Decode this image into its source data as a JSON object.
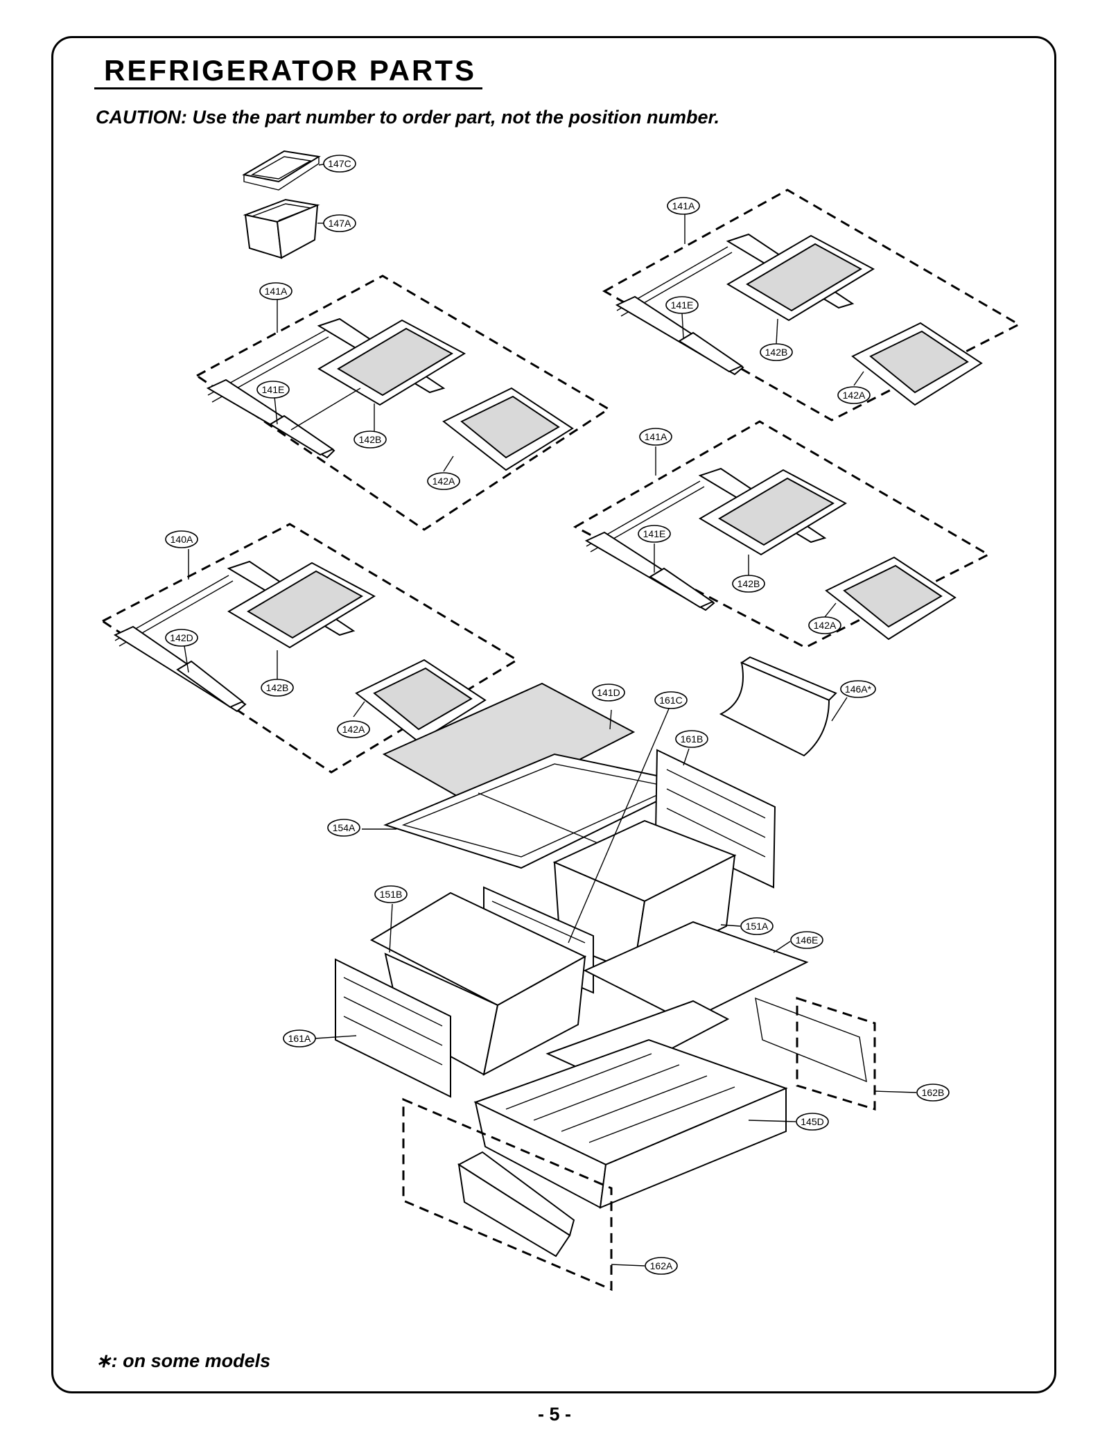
{
  "title": "REFRIGERATOR PARTS",
  "caution": "CAUTION: Use the part number to order part, not the position number.",
  "footnote": "∗: on some models",
  "page_number": "- 5 -",
  "callouts": {
    "c147C": "147C",
    "c147A": "147A",
    "g1_141A": "141A",
    "g1_141E": "141E",
    "g1_142B": "142B",
    "g1_142A": "142A",
    "g2_141A": "141A",
    "g2_141E": "141E",
    "g2_142B": "142B",
    "g2_142A": "142A",
    "g3_141A": "141A",
    "g3_141E": "141E",
    "g3_142B": "142B",
    "g3_142A": "142A",
    "g4_140A": "140A",
    "g4_142D": "142D",
    "g4_142B": "142B",
    "g4_142A": "142A",
    "c141D": "141D",
    "c161C": "161C",
    "c161B": "161B",
    "c146A": "146A*",
    "c154A": "154A",
    "c151B": "151B",
    "c151A": "151A",
    "c146E": "146E",
    "c161A": "161A",
    "c162B": "162B",
    "c145D": "145D",
    "c162A": "162A"
  }
}
